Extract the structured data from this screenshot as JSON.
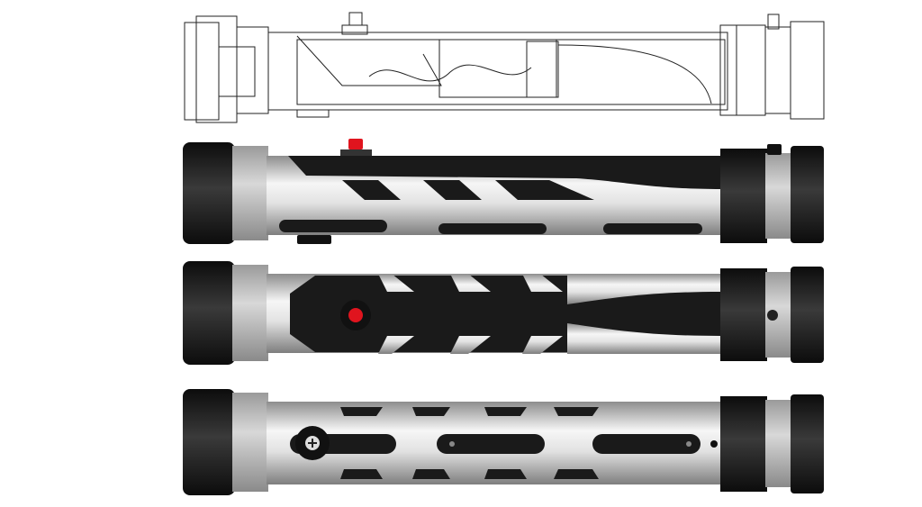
{
  "colors": {
    "background": "#ffffff",
    "hilt_black": "#1e1e1e",
    "ring_grey": "#a9a9a9",
    "silver_light": "#f4f4f4",
    "silver_dark": "#9a9a9a",
    "accent_red": "#e0141e",
    "outline": "#222222"
  },
  "hilts": [
    {
      "style": "line-drawing"
    },
    {
      "style": "top-vents",
      "button": "red-switch"
    },
    {
      "style": "fishbone-grip",
      "button": "red-dot"
    },
    {
      "style": "slotted",
      "button": "screw-emitter"
    }
  ]
}
